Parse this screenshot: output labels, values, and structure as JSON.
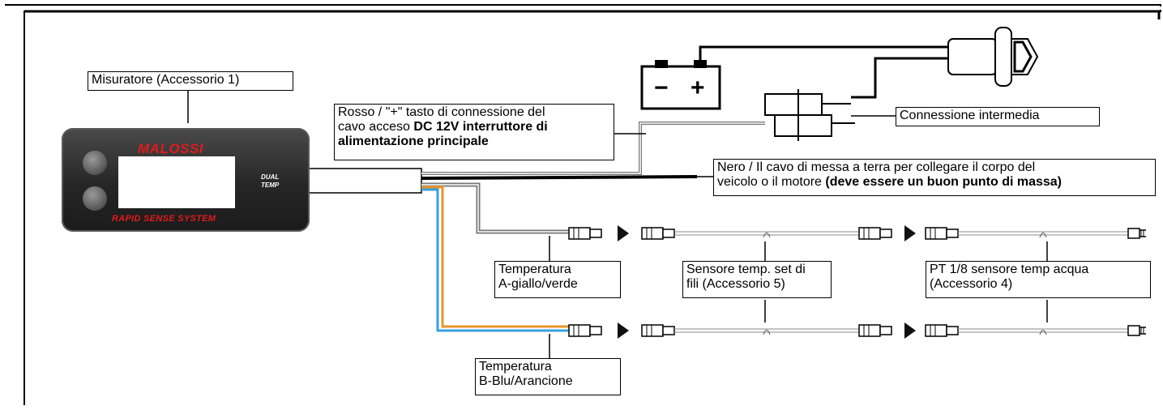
{
  "device": {
    "brand": "MALOSSI",
    "subbrand": "RAPID SENSE SYSTEM",
    "dual": "DUAL",
    "temp": "TEMP"
  },
  "labels": {
    "meter": "Misuratore (Accessorio 1)",
    "red_line1": "Rosso / \"+\" tasto di connessione del",
    "red_line2_normal": "cavo acceso ",
    "red_line2_bold": "DC 12V interruttore di",
    "red_line3_bold": "alimentazione principale",
    "intermediate": "Connessione intermedia",
    "black_line1": "Nero / Il cavo di messa a terra per collegare il corpo del",
    "black_line2_normal": "veicolo o il motore ",
    "black_line2_bold": "(deve essere un buon punto di massa)",
    "temp_a_line1": "Temperatura",
    "temp_a_line2": "A-giallo/verde",
    "sensor_set_line1": "Sensore temp. set di",
    "sensor_set_line2": "fili (Accessorio 5)",
    "pt_line1": "PT 1/8 sensore temp acqua",
    "pt_line2": "(Accessorio 4)",
    "temp_b_line1": "Temperatura",
    "temp_b_line2": "B-Blu/Arancione"
  },
  "battery": {
    "minus": "−",
    "plus": "+"
  },
  "colors": {
    "device_red": "#e01b1b",
    "wire_orange": "#e8952b",
    "wire_blue": "#3aa0dc",
    "wire_grey": "#9a9a9a",
    "frame": "#000000"
  }
}
